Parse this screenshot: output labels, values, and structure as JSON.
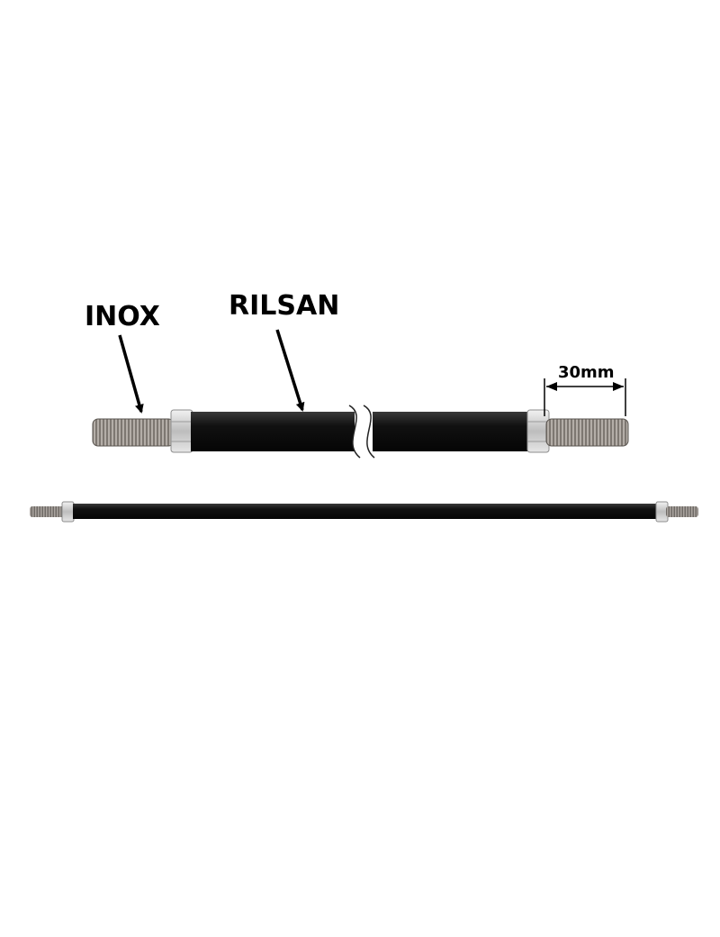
{
  "labels": {
    "inox": "INOX",
    "rilsan": "RILSAN",
    "dimension": "30mm"
  },
  "colors": {
    "background": "#ffffff",
    "text": "#000000",
    "rod": "#141414",
    "thread": "#8a8480",
    "nut": "#d2d2d2"
  }
}
